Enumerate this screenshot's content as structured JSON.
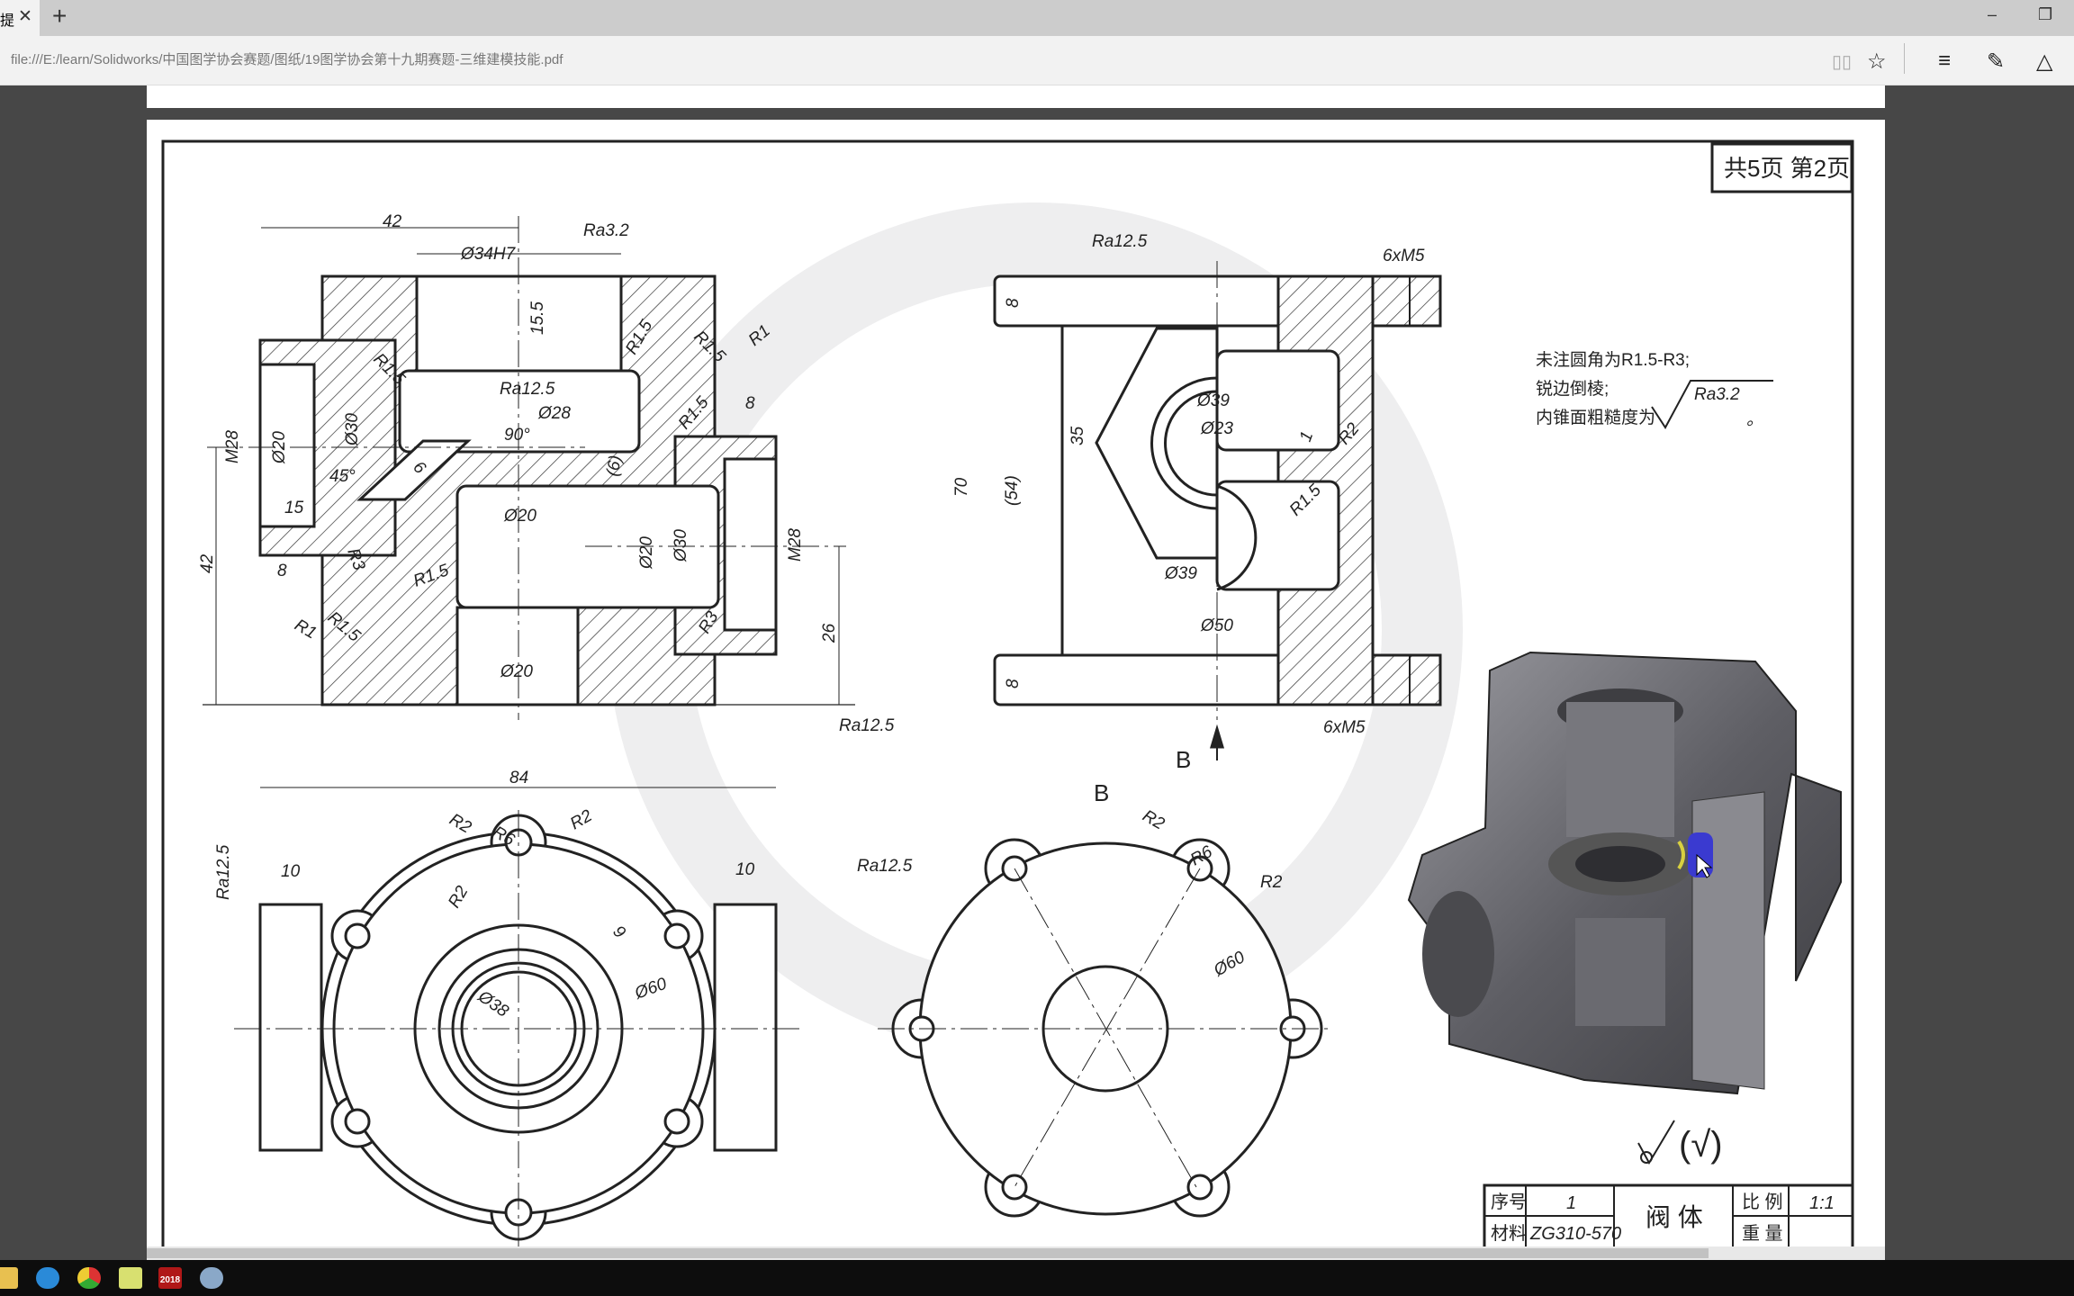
{
  "browser": {
    "tab_title": "提",
    "close_tab": "✕",
    "new_tab": "+",
    "minimize": "–",
    "restore": "❐",
    "url": "file:///E:/learn/Solidworks/中国图学协会赛题/图纸/19图学协会第十九期赛题-三维建模技能.pdf",
    "toolbar_icons": [
      "reading-view-icon",
      "favorite-star-icon",
      "hub-icon",
      "web-note-icon",
      "share-icon"
    ]
  },
  "drawing": {
    "page_info": "共5页  第2页",
    "notes": [
      "未注圆角为R1.5-R3;",
      "锐边倒棱;",
      "内锥面粗糙度为"
    ],
    "notes_ra": "Ra3.2",
    "notes_end": "。",
    "general_roughness": "(√)",
    "view_label_b_arrow": "B",
    "view_label_b": "B",
    "top_left_dims": [
      "42",
      "Ø34H7",
      "Ra3.2",
      "15.5",
      "R1.5",
      "R1.5",
      "R1.5",
      "R1",
      "Ra12.5",
      "Ø28",
      "90°",
      "M28",
      "Ø20",
      "Ø30",
      "45°",
      "6",
      "(6)",
      "15",
      "Ø20",
      "8",
      "R3",
      "42",
      "R1.5",
      "Ø20",
      "Ø30",
      "M28",
      "26",
      "R3",
      "R1",
      "R1.5",
      "Ø20",
      "8",
      "R1.5",
      "Ra12.5"
    ],
    "right_dims": [
      "Ra12.5",
      "6xM5",
      "8",
      "70",
      "(54)",
      "35",
      "Ø39",
      "Ø23",
      "1",
      "R2",
      "R1.5",
      "Ø39",
      "Ø50",
      "8",
      "6xM5"
    ],
    "bottom_left_dims": [
      "84",
      "Ra12.5",
      "10",
      "R2",
      "R6",
      "R2",
      "R2",
      "9",
      "Ø38",
      "Ø60",
      "10",
      "Ra12.5"
    ],
    "bottom_mid_dims": [
      "R2",
      "R6",
      "R2",
      "Ø60"
    ],
    "title_block": {
      "seq_label": "序号",
      "seq_value": "1",
      "material_label": "材料",
      "material_value": "ZG310-570",
      "part_name": "阀 体",
      "scale_label": "比 例",
      "scale_value": "1:1",
      "weight_label": "重 量",
      "weight_value": ""
    }
  },
  "taskbar": {
    "apps": [
      "file-explorer",
      "internet-explorer",
      "chrome",
      "sticky-notes",
      "autocad-2018",
      "app"
    ],
    "autocad_label": "2018"
  },
  "colors": {
    "hatch": "#333333",
    "model": "#6b6b70",
    "highlight": "#3a3ad0"
  }
}
